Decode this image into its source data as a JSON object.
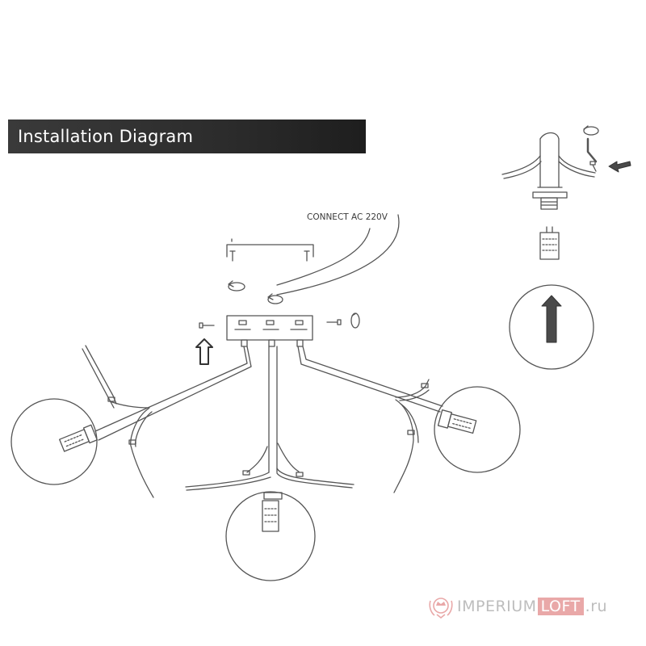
{
  "header": {
    "title": "Installation Diagram"
  },
  "labels": {
    "power": "CONNECT AC 220V"
  },
  "watermark": {
    "brand_part1": "IMPERIUM",
    "brand_part2": "LOFT",
    "domain": ".ru"
  },
  "colors": {
    "header_bg": "#2c2c2c",
    "line": "#555555",
    "arrow": "#4a4a4a",
    "watermark_accent": "#e9a8a8"
  },
  "icons": [
    "rotate-arrow-icon",
    "screw-icon",
    "up-arrow-icon",
    "left-arrow-icon",
    "allen-key-icon"
  ]
}
